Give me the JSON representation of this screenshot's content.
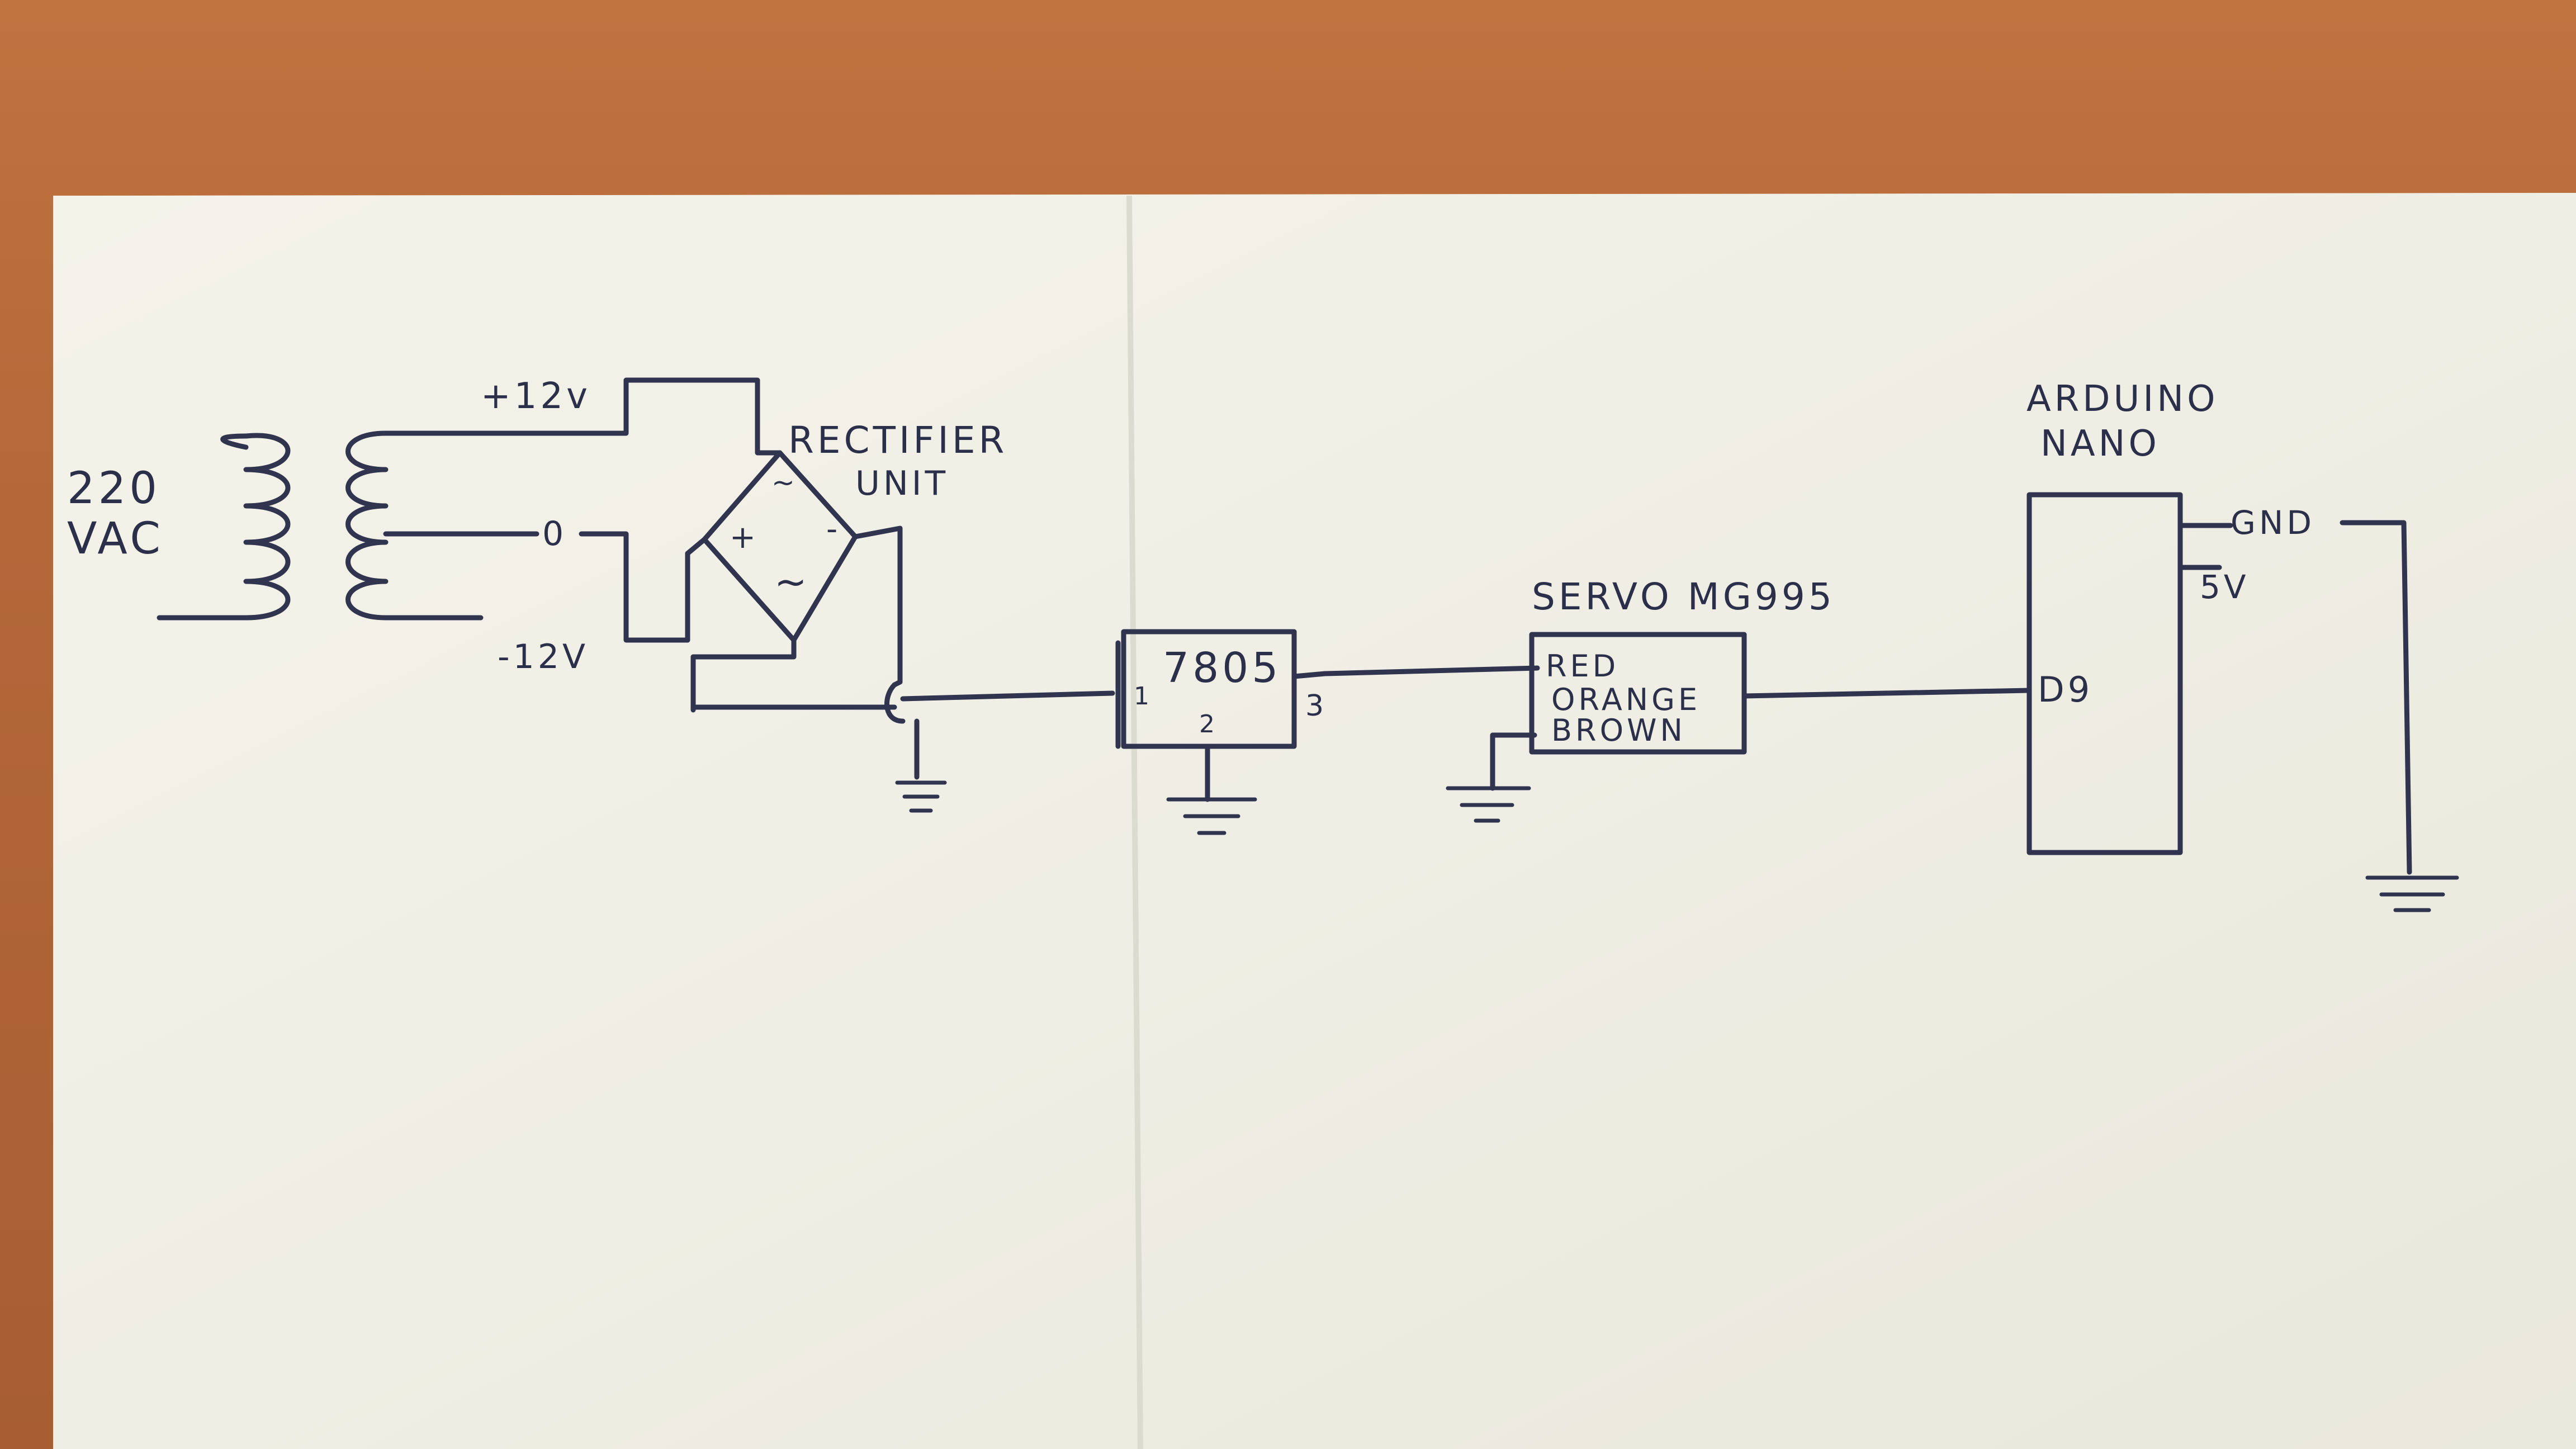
{
  "labels": {
    "source_voltage": "220",
    "source_type": "VAC",
    "plus_12v": "+12v",
    "zero": "0",
    "minus_12v": "-12V",
    "rectifier_line1": "RECTIFIER",
    "rectifier_line2": "UNIT",
    "bridge_plus": "+",
    "bridge_minus": "-",
    "bridge_ac_top": "~",
    "bridge_ac_bottom": "~",
    "regulator": "7805",
    "reg_pin1": "1",
    "reg_pin2": "2",
    "reg_pin3": "3",
    "servo_title": "SERVO MG995",
    "servo_red": "RED",
    "servo_orange": "ORANGE",
    "servo_brown": "BROWN",
    "arduino_line1": "ARDUINO",
    "arduino_line2": "NANO",
    "arduino_gnd": "GND",
    "arduino_5v": "5V",
    "arduino_d9": "D9"
  },
  "colors": {
    "paper": "#f2f1e8",
    "ink": "#2b2f4a",
    "desk": "#b5673a"
  }
}
